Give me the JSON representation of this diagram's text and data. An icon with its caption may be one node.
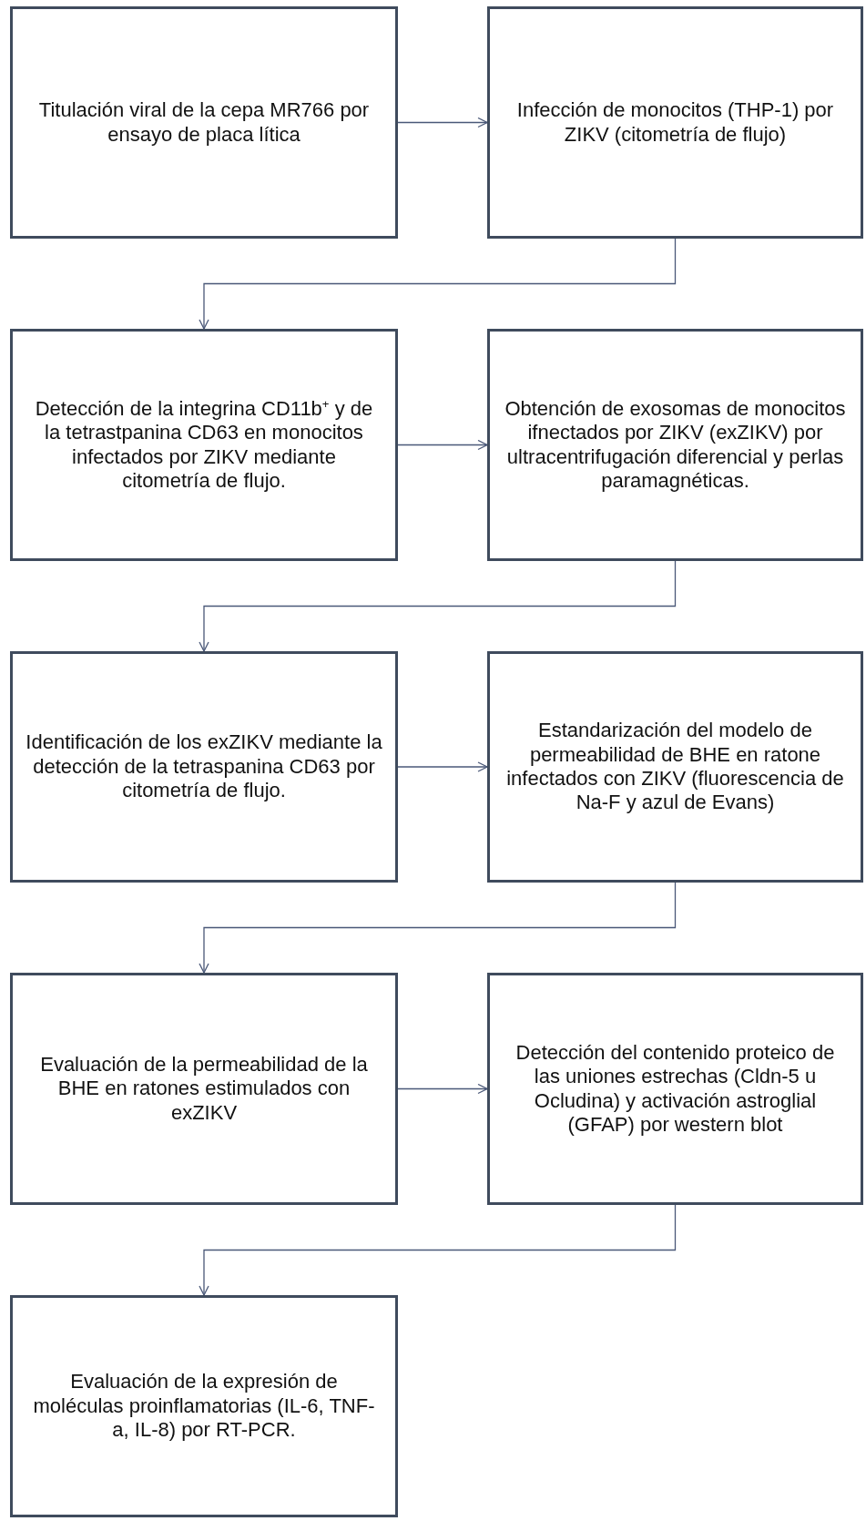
{
  "diagram": {
    "nodes": [
      {
        "text": [
          "Titulación viral de la cepa MR766 por ensayo de placa lítica"
        ]
      },
      {
        "text": [
          "Infección de monocitos (THP-1) por ZIKV (citometría de flujo)"
        ]
      },
      {
        "text": [
          "Detección de la integrina CD11b$^{+}$ y de la tetrastpanina CD63 en monocitos infectados por ZIKV mediante citometría de flujo."
        ]
      },
      {
        "text": [
          "Obtención de exosomas de monocitos ifnectados por ZIKV (exZIKV) por ultracentrifugación diferencial y perlas paramagnéticas."
        ]
      },
      {
        "text": [
          "Identificación de los exZIKV mediante la detección de la tetraspanina CD63 por citometría de flujo."
        ]
      },
      {
        "text": [
          "Estandarización del modelo de permeabilidad de BHE en ratone infectados con ZIKV (fluorescencia de Na-F y azul de Evans)"
        ]
      },
      {
        "text": [
          "Evaluación de la permeabilidad de la BHE en ratones estimulados con exZIKV"
        ]
      },
      {
        "text": [
          "Detección del contenido proteico de las uniones estrechas (Cldn-5 u Ocludina) y activación astroglial (GFAP) por western blot"
        ]
      },
      {
        "text": [
          "Evaluación de la expresión de moléculas proinflamatorias (IL-6, TNF-a, IL-8) por RT-PCR."
        ]
      }
    ],
    "edges": [
      {
        "from": 0,
        "to": 1,
        "arrow": "to"
      },
      {
        "from": 1,
        "to": 2,
        "arrow": "to"
      },
      {
        "from": 2,
        "to": 3,
        "arrow": "to"
      },
      {
        "from": 3,
        "to": 4,
        "arrow": "to"
      },
      {
        "from": 4,
        "to": 5,
        "arrow": "to"
      },
      {
        "from": 5,
        "to": 6,
        "arrow": "to"
      },
      {
        "from": 6,
        "to": 7,
        "arrow": "to"
      },
      {
        "from": 7,
        "to": 8,
        "arrow": "to"
      }
    ]
  }
}
